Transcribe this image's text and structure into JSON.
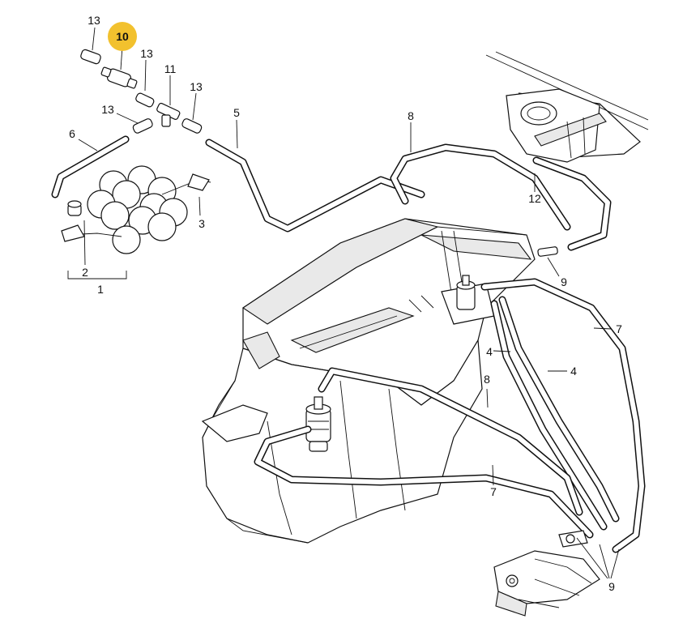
{
  "callouts": {
    "c13a": "13",
    "c10": "10",
    "c13b": "13",
    "c11": "11",
    "c13c": "13",
    "c13d": "13",
    "c6": "6",
    "c5": "5",
    "c8a": "8",
    "c12": "12",
    "c3": "3",
    "c2": "2",
    "c1": "1",
    "c9a": "9",
    "c7a": "7",
    "c4a": "4",
    "c4b": "4",
    "c8b": "8",
    "c7b": "7",
    "c9b": "9"
  },
  "highlight_color": "#f2c12e"
}
